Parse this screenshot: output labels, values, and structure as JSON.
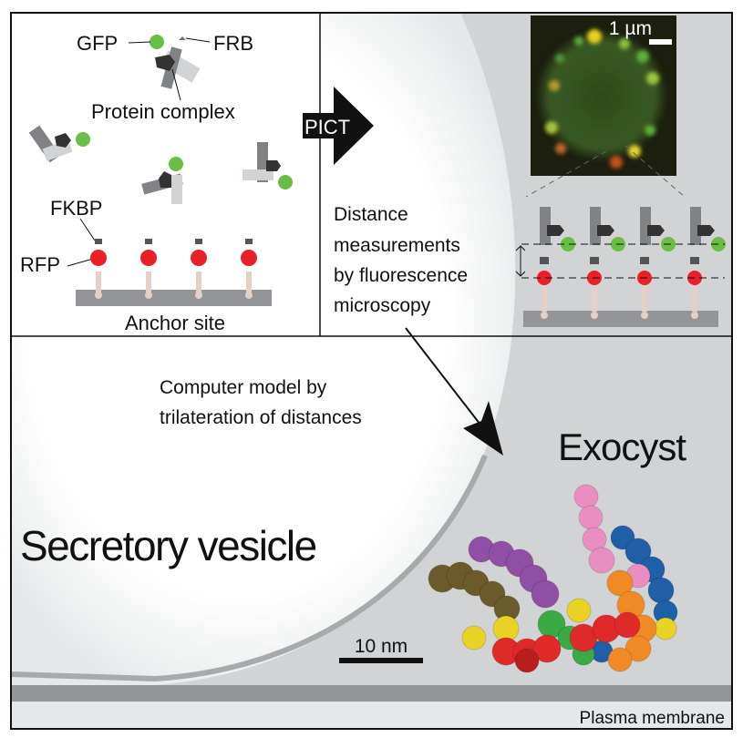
{
  "panel_a": {
    "gfp_label": "GFP",
    "frb_label": "FRB",
    "protein_complex_label": "Protein complex",
    "fkbp_label": "FKBP",
    "rfp_label": "RFP",
    "anchor_label": "Anchor site"
  },
  "arrow_label": "PICT",
  "panel_b": {
    "scale_bar_label": "1 µm",
    "caption_lines": [
      "Distance",
      "measurements",
      "by fluorescence",
      "microscopy"
    ]
  },
  "panel_c": {
    "model_caption_lines": [
      "Computer model by",
      "trilateration of distances"
    ],
    "exocyst_label": "Exocyst",
    "vesicle_label": "Secretory vesicle",
    "scale_bar_label": "10 nm",
    "membrane_label": "Plasma membrane"
  },
  "colors": {
    "gfp": "#6abd45",
    "rfp": "#e8202a",
    "background_gray": "#d1d3d4",
    "membrane_gray": "#939598"
  }
}
